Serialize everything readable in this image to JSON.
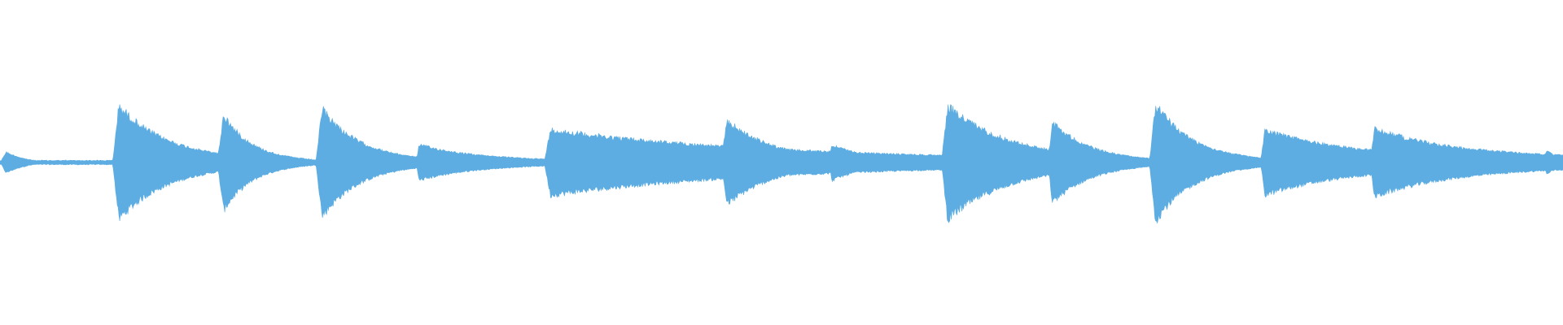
{
  "waveform": {
    "color": "#5dade2",
    "background": "#ffffff",
    "baseline_amplitude": 0.015,
    "noise_floor": 0.02,
    "events": [
      {
        "start": 0.0,
        "attack": 0.004,
        "peak": 0.07,
        "decay": 0.012,
        "sustain": 0.0
      },
      {
        "start": 0.072,
        "attack": 0.004,
        "peak": 0.38,
        "decay": 0.03,
        "sustain": 0.04
      },
      {
        "start": 0.139,
        "attack": 0.004,
        "peak": 0.32,
        "decay": 0.018,
        "sustain": 0.02
      },
      {
        "start": 0.202,
        "attack": 0.004,
        "peak": 0.36,
        "decay": 0.024,
        "sustain": 0.02
      },
      {
        "start": 0.266,
        "attack": 0.002,
        "peak": 0.12,
        "decay": 0.03,
        "sustain": 0.04
      },
      {
        "start": 0.348,
        "attack": 0.004,
        "peak": 0.22,
        "decay": 0.05,
        "sustain": 0.2
      },
      {
        "start": 0.395,
        "attack": 0.002,
        "peak": 0.15,
        "decay": 0.035,
        "sustain": 0.1
      },
      {
        "start": 0.461,
        "attack": 0.004,
        "peak": 0.28,
        "decay": 0.03,
        "sustain": 0.02
      },
      {
        "start": 0.53,
        "attack": 0.002,
        "peak": 0.12,
        "decay": 0.022,
        "sustain": 0.02
      },
      {
        "start": 0.602,
        "attack": 0.004,
        "peak": 0.38,
        "decay": 0.038,
        "sustain": 0.04
      },
      {
        "start": 0.67,
        "attack": 0.003,
        "peak": 0.27,
        "decay": 0.024,
        "sustain": 0.02
      },
      {
        "start": 0.735,
        "attack": 0.004,
        "peak": 0.39,
        "decay": 0.024,
        "sustain": 0.02
      },
      {
        "start": 0.806,
        "attack": 0.003,
        "peak": 0.22,
        "decay": 0.04,
        "sustain": 0.1
      },
      {
        "start": 0.876,
        "attack": 0.003,
        "peak": 0.23,
        "decay": 0.04,
        "sustain": 0.1
      },
      {
        "start": 0.92,
        "attack": 0.002,
        "peak": 0.09,
        "decay": 0.02,
        "sustain": 0.04
      },
      {
        "start": 0.987,
        "attack": 0.002,
        "peak": 0.08,
        "decay": 0.01,
        "sustain": 0.0
      }
    ]
  }
}
